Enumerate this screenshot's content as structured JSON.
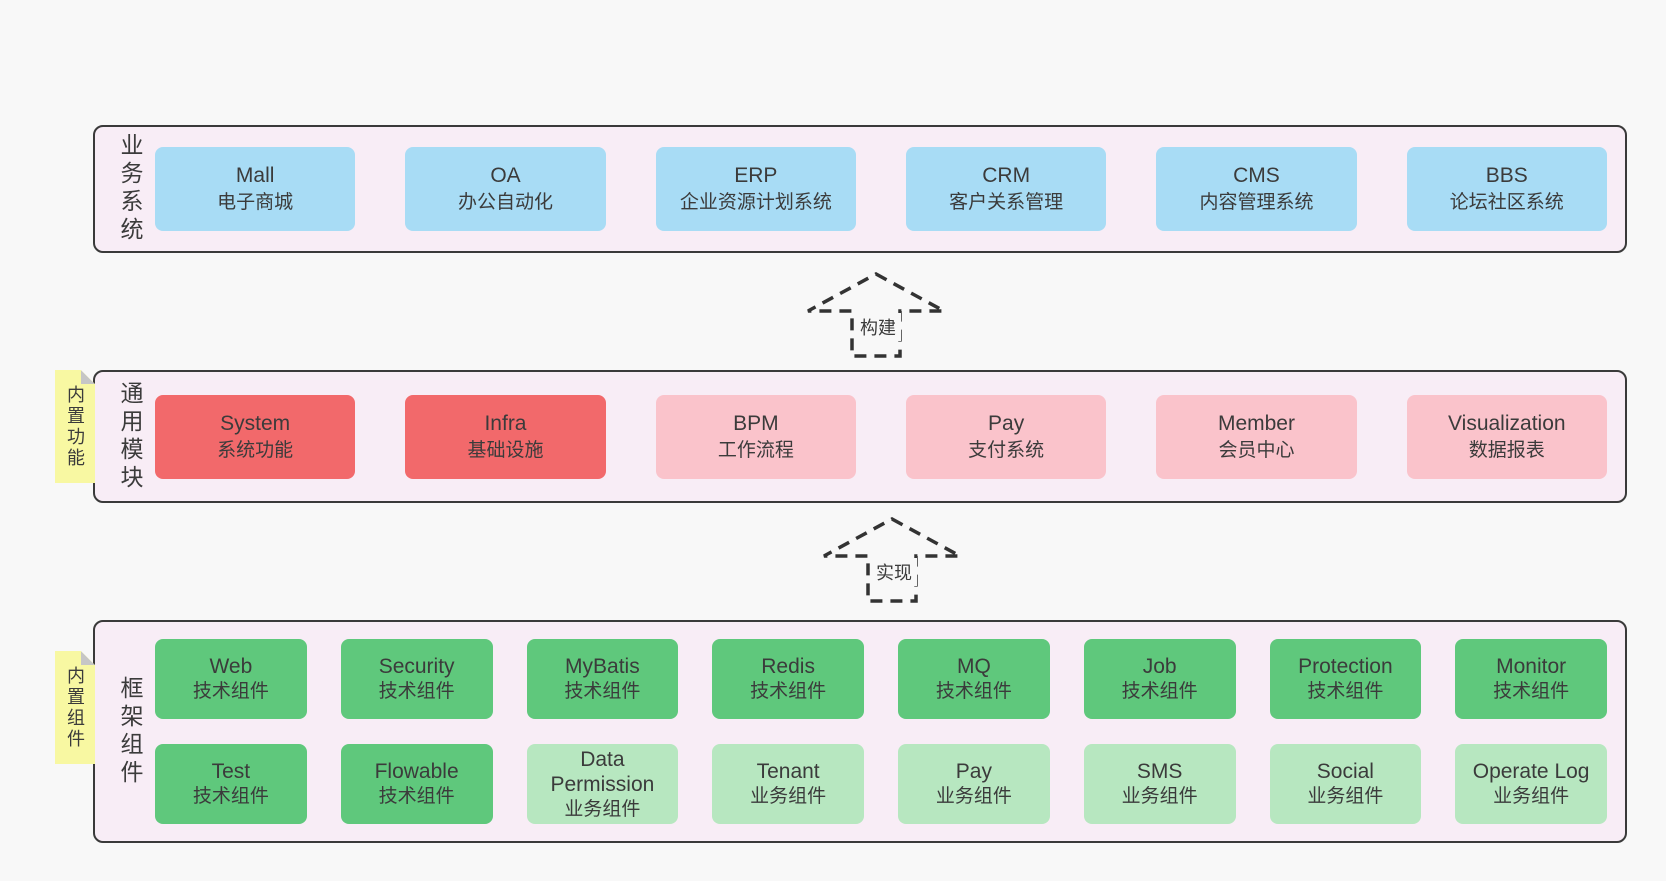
{
  "colors": {
    "page_bg": "#f8f8f8",
    "container_bg": "#f8edf6",
    "container_border": "#3a3a3a",
    "blue_box": "#a8dcf5",
    "red_box": "#f2696b",
    "pink_box": "#fac3cb",
    "green_box": "#5fc87c",
    "light_green_box": "#b7e7c0",
    "sticky_note": "#f8f8a2"
  },
  "arrows": [
    {
      "label": "构建"
    },
    {
      "label": "实现"
    }
  ],
  "layers": [
    {
      "id": "business-systems",
      "label_vertical": "业务系统",
      "boxes": [
        {
          "name": "Mall",
          "subtitle": "电子商城",
          "color": "blue"
        },
        {
          "name": "OA",
          "subtitle": "办公自动化",
          "color": "blue"
        },
        {
          "name": "ERP",
          "subtitle": "企业资源计划系统",
          "color": "blue"
        },
        {
          "name": "CRM",
          "subtitle": "客户关系管理",
          "color": "blue"
        },
        {
          "name": "CMS",
          "subtitle": "内容管理系统",
          "color": "blue"
        },
        {
          "name": "BBS",
          "subtitle": "论坛社区系统",
          "color": "blue"
        }
      ]
    },
    {
      "id": "common-modules",
      "label_vertical": "通用模块",
      "sticky_note": "内置功能",
      "boxes": [
        {
          "name": "System",
          "subtitle": "系统功能",
          "color": "red"
        },
        {
          "name": "Infra",
          "subtitle": "基础设施",
          "color": "red"
        },
        {
          "name": "BPM",
          "subtitle": "工作流程",
          "color": "pink"
        },
        {
          "name": "Pay",
          "subtitle": "支付系统",
          "color": "pink"
        },
        {
          "name": "Member",
          "subtitle": "会员中心",
          "color": "pink"
        },
        {
          "name": "Visualization",
          "subtitle": "数据报表",
          "color": "pink"
        }
      ]
    },
    {
      "id": "framework-components",
      "label_vertical": "框架组件",
      "sticky_note": "内置组件",
      "rows": [
        [
          {
            "name": "Web",
            "subtitle": "技术组件",
            "color": "green"
          },
          {
            "name": "Security",
            "subtitle": "技术组件",
            "color": "green"
          },
          {
            "name": "MyBatis",
            "subtitle": "技术组件",
            "color": "green"
          },
          {
            "name": "Redis",
            "subtitle": "技术组件",
            "color": "green"
          },
          {
            "name": "MQ",
            "subtitle": "技术组件",
            "color": "green"
          },
          {
            "name": "Job",
            "subtitle": "技术组件",
            "color": "green"
          },
          {
            "name": "Protection",
            "subtitle": "技术组件",
            "color": "green"
          },
          {
            "name": "Monitor",
            "subtitle": "技术组件",
            "color": "green"
          }
        ],
        [
          {
            "name": "Test",
            "subtitle": "技术组件",
            "color": "green"
          },
          {
            "name": "Flowable",
            "subtitle": "技术组件",
            "color": "green"
          },
          {
            "name": "Data Permission",
            "subtitle": "业务组件",
            "color": "light_green"
          },
          {
            "name": "Tenant",
            "subtitle": "业务组件",
            "color": "light_green"
          },
          {
            "name": "Pay",
            "subtitle": "业务组件",
            "color": "light_green"
          },
          {
            "name": "SMS",
            "subtitle": "业务组件",
            "color": "light_green"
          },
          {
            "name": "Social",
            "subtitle": "业务组件",
            "color": "light_green"
          },
          {
            "name": "Operate Log",
            "subtitle": "业务组件",
            "color": "light_green"
          }
        ]
      ]
    }
  ]
}
